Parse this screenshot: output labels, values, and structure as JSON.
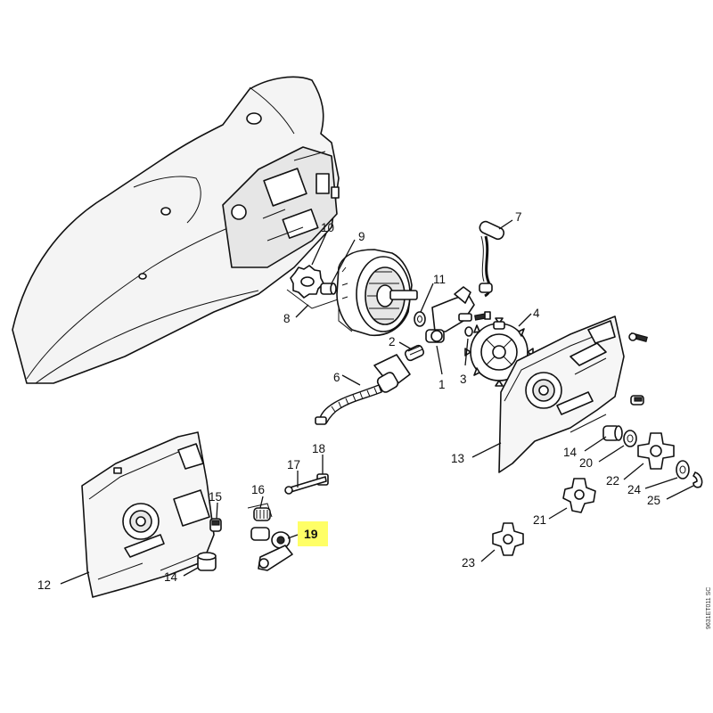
{
  "diagram": {
    "callouts": [
      {
        "id": "c7",
        "label": "7"
      },
      {
        "id": "c10",
        "label": "10"
      },
      {
        "id": "c9",
        "label": "9"
      },
      {
        "id": "c8",
        "label": "8"
      },
      {
        "id": "c11",
        "label": "11"
      },
      {
        "id": "c4",
        "label": "4"
      },
      {
        "id": "c2",
        "label": "2"
      },
      {
        "id": "c1",
        "label": "1"
      },
      {
        "id": "c3",
        "label": "3"
      },
      {
        "id": "c6",
        "label": "6"
      },
      {
        "id": "c18",
        "label": "18"
      },
      {
        "id": "c17",
        "label": "17"
      },
      {
        "id": "c16",
        "label": "16"
      },
      {
        "id": "c15",
        "label": "15"
      },
      {
        "id": "c19",
        "label": "19"
      },
      {
        "id": "c12",
        "label": "12"
      },
      {
        "id": "c14a",
        "label": "14"
      },
      {
        "id": "c13",
        "label": "13"
      },
      {
        "id": "c14b",
        "label": "14"
      },
      {
        "id": "c20",
        "label": "20"
      },
      {
        "id": "c22",
        "label": "22"
      },
      {
        "id": "c24",
        "label": "24"
      },
      {
        "id": "c25",
        "label": "25"
      },
      {
        "id": "c21",
        "label": "21"
      },
      {
        "id": "c23",
        "label": "23"
      }
    ],
    "highlighted_label": "19",
    "drawing_code": "9631ET011 SC"
  },
  "colors": {
    "highlight": "#ffff66",
    "line": "#111111",
    "housing_fill": "#f2f2f2"
  }
}
